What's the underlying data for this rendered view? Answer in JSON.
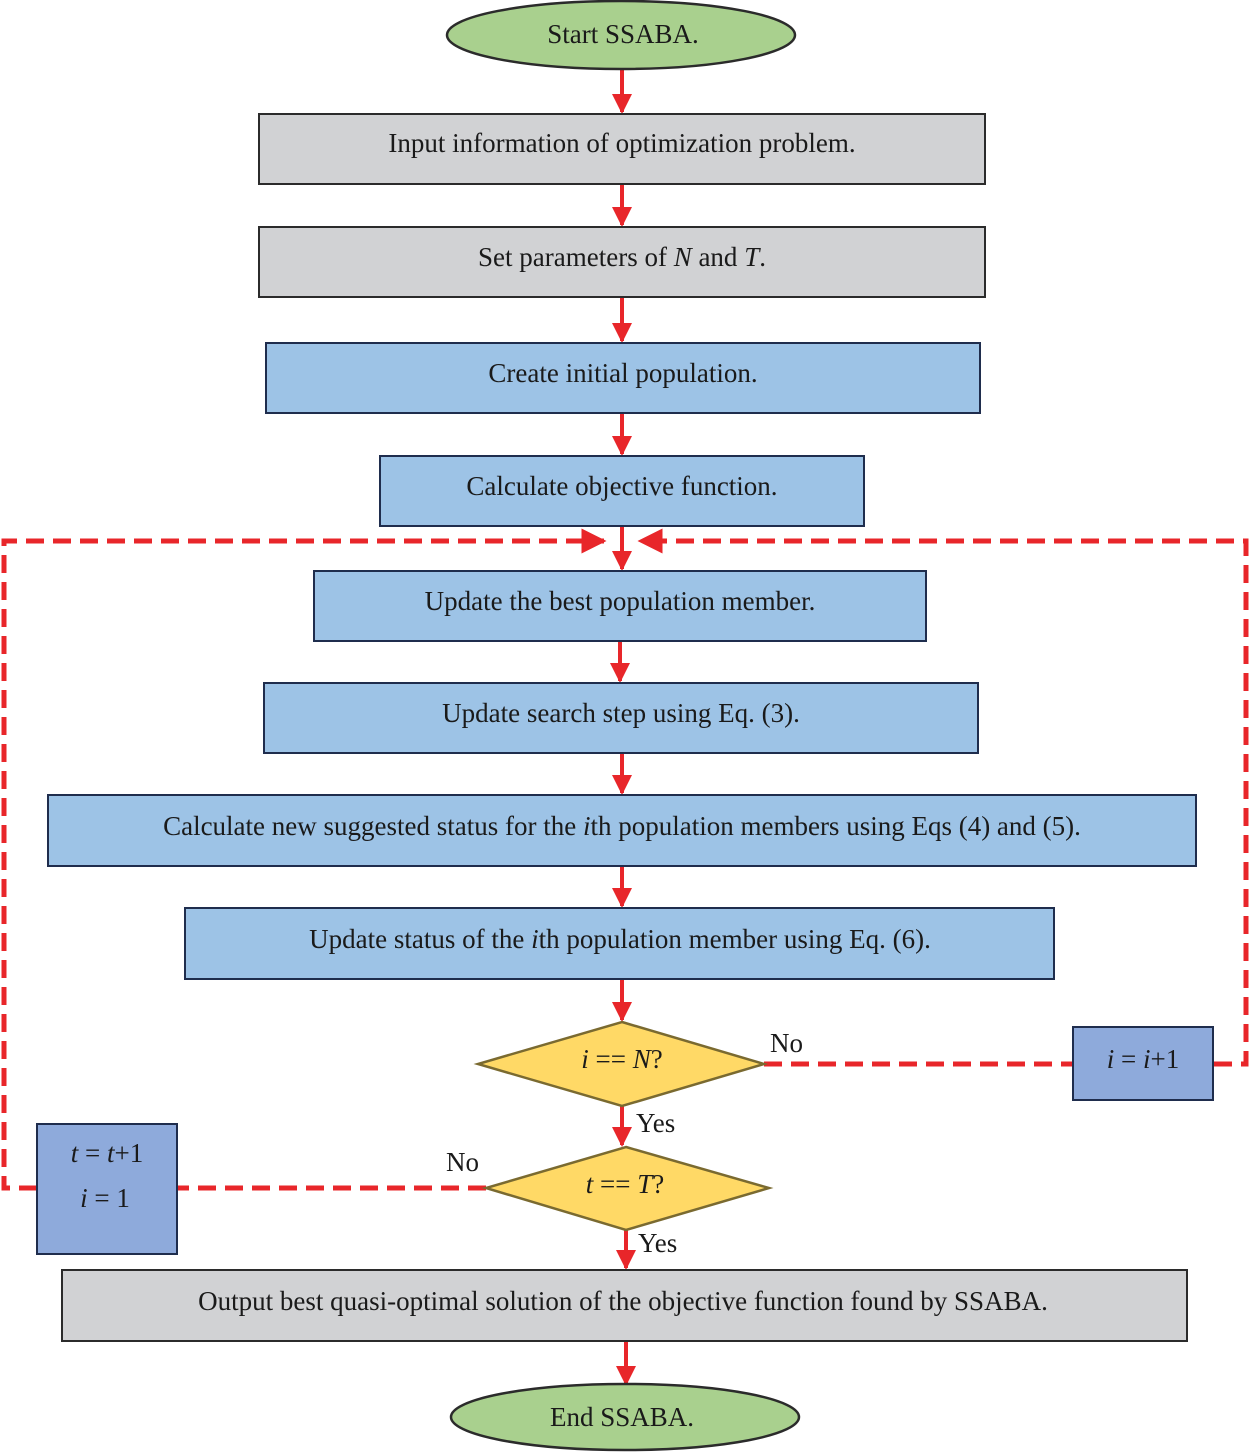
{
  "colors": {
    "process_gray": "#d1d2d4",
    "process_blue": "#9dc3e6",
    "counter_blue": "#8eaadb",
    "terminal_green": "#a9d08e",
    "decision_yellow": "#ffd966",
    "arrow_red": "#e8262a",
    "box_stroke": "#2b2b2b"
  },
  "nodes": {
    "start": {
      "text": "Start SSABA."
    },
    "input": {
      "text": "Input information of optimization problem."
    },
    "set_params": {
      "pre": "Set parameters of ",
      "var1": "N",
      "mid": " and ",
      "var2": "T",
      "post": "."
    },
    "create_pop": {
      "text": "Create initial population."
    },
    "calc_obj": {
      "text": "Calculate objective function."
    },
    "update_best": {
      "text": "Update the best population member."
    },
    "update_step": {
      "text": "Update search step using Eq. (3)."
    },
    "calc_new": {
      "pre": "Calculate new suggested status for the ",
      "var": "i",
      "post": "th population members using Eqs (4) and (5)."
    },
    "update_status": {
      "pre": "Update status of the ",
      "var": "i",
      "post": "th population member using Eq. (6)."
    },
    "decision_i": {
      "var1": "i",
      "op": " == ",
      "var2": "N",
      "post": "?"
    },
    "decision_t": {
      "var1": "t",
      "op": " == ",
      "var2": "T",
      "post": "?"
    },
    "inc_i": {
      "var1": "i",
      "op": " = ",
      "var2": "i",
      "post": "+1"
    },
    "inc_t": {
      "line1": {
        "var1": "t",
        "op": " = ",
        "var2": "t",
        "post": "+1"
      },
      "line2": {
        "var1": "i",
        "op": " = 1"
      }
    },
    "output": {
      "text": "Output best quasi-optimal solution of the objective function found by SSABA."
    },
    "end": {
      "text": "End SSABA."
    }
  },
  "edge_labels": {
    "i_no": "No",
    "i_yes": "Yes",
    "t_no": "No",
    "t_yes": "Yes"
  }
}
